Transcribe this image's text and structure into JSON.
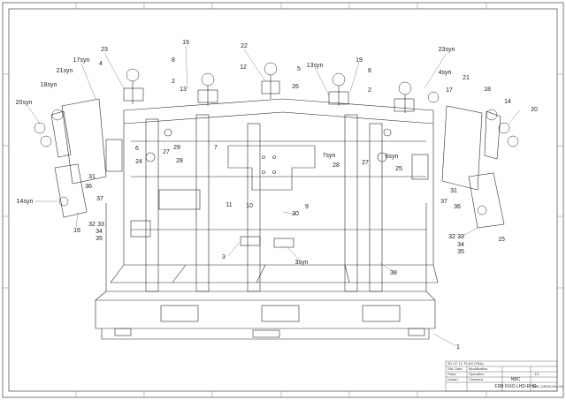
{
  "callouts": [
    {
      "id": "c19a",
      "text": "19"
    },
    {
      "id": "c22",
      "text": "22"
    },
    {
      "id": "c23a",
      "text": "23"
    },
    {
      "id": "c23syn",
      "text": "23syn"
    },
    {
      "id": "c17syn",
      "text": "17syn"
    },
    {
      "id": "c21syn",
      "text": "21syn"
    },
    {
      "id": "c4a",
      "text": "4"
    },
    {
      "id": "c8a",
      "text": "8"
    },
    {
      "id": "c12",
      "text": "12"
    },
    {
      "id": "c5",
      "text": "5"
    },
    {
      "id": "c13syn",
      "text": "13syn"
    },
    {
      "id": "c19b",
      "text": "19"
    },
    {
      "id": "c8b",
      "text": "8"
    },
    {
      "id": "c4syn",
      "text": "4syn"
    },
    {
      "id": "c18syn",
      "text": "18syn"
    },
    {
      "id": "c2a",
      "text": "2"
    },
    {
      "id": "c13",
      "text": "13"
    },
    {
      "id": "c26",
      "text": "26"
    },
    {
      "id": "c2b",
      "text": "2"
    },
    {
      "id": "c17",
      "text": "17"
    },
    {
      "id": "c21",
      "text": "21"
    },
    {
      "id": "c18",
      "text": "18"
    },
    {
      "id": "c14",
      "text": "14"
    },
    {
      "id": "c20syn",
      "text": "20syn"
    },
    {
      "id": "c20",
      "text": "20"
    },
    {
      "id": "c6",
      "text": "6"
    },
    {
      "id": "c29",
      "text": "29"
    },
    {
      "id": "c7",
      "text": "7"
    },
    {
      "id": "c24",
      "text": "24"
    },
    {
      "id": "c27a",
      "text": "27"
    },
    {
      "id": "c28a",
      "text": "28"
    },
    {
      "id": "c7syn",
      "text": "7syn"
    },
    {
      "id": "c28b",
      "text": "28"
    },
    {
      "id": "c6syn",
      "text": "6syn"
    },
    {
      "id": "c27b",
      "text": "27"
    },
    {
      "id": "c25",
      "text": "25"
    },
    {
      "id": "c31a",
      "text": "31"
    },
    {
      "id": "c36a",
      "text": "36"
    },
    {
      "id": "c37a",
      "text": "37"
    },
    {
      "id": "c14syn",
      "text": "14syn"
    },
    {
      "id": "c11",
      "text": "11"
    },
    {
      "id": "c10",
      "text": "10"
    },
    {
      "id": "c9",
      "text": "9"
    },
    {
      "id": "c30",
      "text": "30"
    },
    {
      "id": "c31b",
      "text": "31"
    },
    {
      "id": "c37b",
      "text": "37"
    },
    {
      "id": "c36b",
      "text": "36"
    },
    {
      "id": "c32a",
      "text": "32"
    },
    {
      "id": "c33a",
      "text": "33"
    },
    {
      "id": "c34a",
      "text": "34"
    },
    {
      "id": "c35a",
      "text": "35"
    },
    {
      "id": "c16",
      "text": "16"
    },
    {
      "id": "c32b",
      "text": "32"
    },
    {
      "id": "c33b",
      "text": "33"
    },
    {
      "id": "c34b",
      "text": "34"
    },
    {
      "id": "c35b",
      "text": "35"
    },
    {
      "id": "c15",
      "text": "15"
    },
    {
      "id": "c3",
      "text": "3"
    },
    {
      "id": "c3syn",
      "text": "3syn"
    },
    {
      "id": "c38",
      "text": "38"
    },
    {
      "id": "c1",
      "text": "1"
    }
  ],
  "title_block": {
    "row1": "2D 1C 1C  FLAG (TBA)",
    "row2a": "Std. Date",
    "row2b": "Modification",
    "row3a": "Parts",
    "row3b": "Operation",
    "row4a": "Drawn",
    "row4b": "Checked",
    "name": "NBC",
    "drawing_title": "FDB FIXO LHD-RHD",
    "sheet": "1/1",
    "number": "NBC-04003-004-00"
  },
  "colors": {
    "ink": "#2a2a2a",
    "frame": "#444444",
    "paper": "#ffffff"
  }
}
